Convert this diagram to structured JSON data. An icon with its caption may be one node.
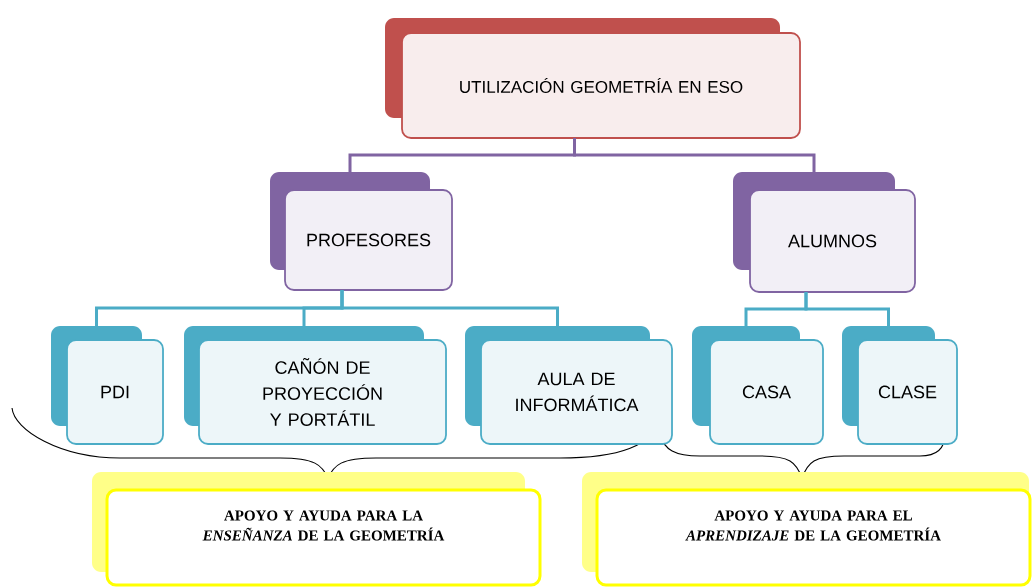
{
  "diagram": {
    "nodes": [
      {
        "text": [
          "UTILIZACIÓN GEOMETRÍA EN ESO"
        ]
      },
      {
        "text": [
          "PROFESORES"
        ]
      },
      {
        "text": [
          "ALUMNOS"
        ]
      },
      {
        "text": [
          "PDI"
        ]
      },
      {
        "text": [
          "CAÑÓN DE PROYECCIÓN Y PORTÁTIL"
        ]
      },
      {
        "text": [
          "AULA DE INFORMÁTICA"
        ]
      },
      {
        "text": [
          "CASA"
        ]
      },
      {
        "text": [
          "CLASE"
        ]
      },
      {
        "text": [
          "APOYO Y AYUDA PARA LA *ENSEÑANZA* DE LA GEOMETRÍA"
        ]
      },
      {
        "text": [
          "APOYO Y AYUDA PARA EL *APRENDIZAJE* DE LA GEOMETRÍA"
        ]
      }
    ],
    "edges": [
      {
        "from": 0,
        "to": 1,
        "arrow": "none",
        "color": "#8064a2"
      },
      {
        "from": 0,
        "to": 2,
        "arrow": "none",
        "color": "#8064a2"
      },
      {
        "from": 1,
        "to": 3,
        "arrow": "none"
      },
      {
        "from": 1,
        "to": 4,
        "arrow": "none"
      },
      {
        "from": 1,
        "to": 5,
        "arrow": "none"
      },
      {
        "from": 2,
        "to": 6,
        "arrow": "none"
      },
      {
        "from": 2,
        "to": 7,
        "arrow": "none"
      }
    ]
  }
}
